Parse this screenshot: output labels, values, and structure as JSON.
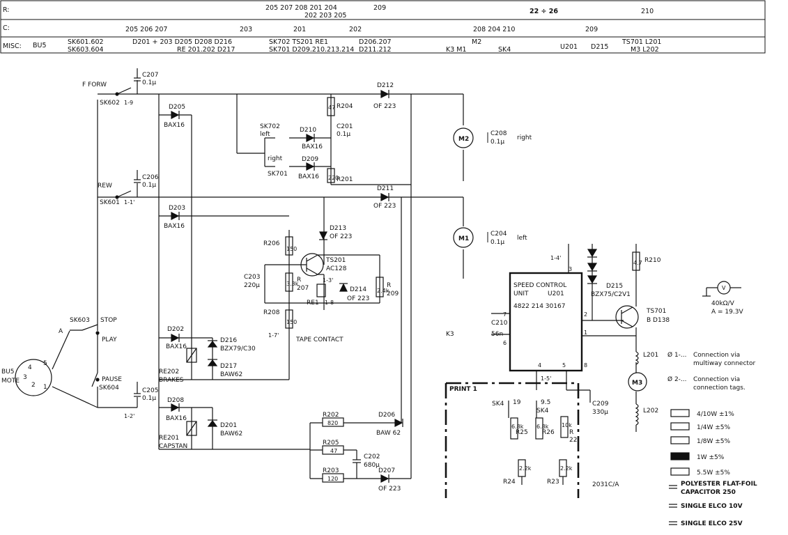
{
  "header": {
    "row_labels": {
      "r": "R:",
      "c": "C:",
      "misc": "MISC:"
    },
    "r_row": [
      {
        "text": "205 207 208 201 204",
        "line": 0
      },
      {
        "text": "202 203 205",
        "line": 1
      },
      {
        "text": "209",
        "line": 0
      },
      {
        "text": "22 ÷ 26",
        "line": 0
      },
      {
        "text": "210",
        "line": 0
      }
    ],
    "c_row": [
      "205 206 207",
      "203",
      "201",
      "202",
      "208 204 210",
      "209"
    ],
    "misc_row": [
      {
        "text": "BU5",
        "line": 0
      },
      {
        "text": "SK601.602",
        "line": 0
      },
      {
        "text": "SK603.604",
        "line": 1
      },
      {
        "text": "D201 + 203 D205 D208 D216",
        "line": 0
      },
      {
        "text": "RE 201.202  D217",
        "line": 1
      },
      {
        "text": "SK702   TS201 RE1",
        "line": 0
      },
      {
        "text": "SK701   D209.210.213.214",
        "line": 1
      },
      {
        "text": "D206.207",
        "line": 0
      },
      {
        "text": "D211.212",
        "line": 1
      },
      {
        "text": "M2",
        "line": 0
      },
      {
        "text": "K3  M1",
        "line": 1
      },
      {
        "text": "SK4",
        "line": 1
      },
      {
        "text": "U201",
        "line": 1
      },
      {
        "text": "D215",
        "line": 1
      },
      {
        "text": "TS701 L201",
        "line": 0
      },
      {
        "text": "M3  L202",
        "line": 1
      }
    ]
  },
  "switches": {
    "forw": "F FORW",
    "sk602": "SK602",
    "sk602_pos": "1-9",
    "rew": "REW",
    "sk601": "SK601",
    "sk601_pos": "1-1'",
    "sk603": "SK603",
    "stop": "STOP",
    "play": "PLAY",
    "a_mark": "A",
    "pause": "PAUSE",
    "sk604": "SK604",
    "sk604_pos": "1-2'",
    "sk702": "SK702",
    "left": "left",
    "right": "right",
    "sk701": "SK701",
    "tape_contact": "TAPE CONTACT",
    "tape_pos": "1-7'"
  },
  "connector": {
    "bu5": "BU5",
    "mote": "MOTE",
    "pins": [
      "4",
      "5",
      "3",
      "2",
      "1"
    ]
  },
  "components": {
    "c207": "C207",
    "c207v": "0.1µ",
    "c206": "C206",
    "c206v": "0.1µ",
    "c205": "C205",
    "c205v": "0.1µ",
    "d205": "D205",
    "bax16_a": "BAX16",
    "d203": "D203",
    "bax16_b": "BAX16",
    "d202": "D202",
    "bax16_c": "BAX16",
    "d208": "D208",
    "bax16_d": "BAX16",
    "d210": "D210",
    "bax16_e": "BAX16",
    "d209": "D209",
    "bax16_f": "BAX16",
    "r204": "R204",
    "r204v": "47",
    "c201": "C201",
    "c201v": "0.1µ",
    "r201": "R201",
    "r201v": "220",
    "d212": "D212",
    "of223_a": "OF 223",
    "d211": "D211",
    "of223_b": "OF 223",
    "d213": "D213",
    "of223_c": "OF 223",
    "r206": "R206",
    "r206v": "150",
    "c203": "C203",
    "c203v": "220µ",
    "r207": "R",
    "r207n": "207",
    "r207v": "3.3k",
    "ts201": "TS201",
    "ac128": "AC128",
    "re1": "RE1",
    "re1_pos": "1-3'",
    "re1_pos2": "1-8",
    "d214": "D214",
    "of223_d": "OF 223",
    "r209": "R",
    "r209n": "209",
    "r209v": "2.4k",
    "r208": "R208",
    "r208v": "150",
    "re202": "RE202",
    "brakes": "BRAKES",
    "d216": "D216",
    "bzx79": "BZX79/C30",
    "d217": "D217",
    "baw62_a": "BAW62",
    "re201": "RE201",
    "capstan": "CAPSTAN",
    "d201": "D201",
    "baw62_b": "BAW62",
    "r202": "R202",
    "r202v": "820",
    "d206": "D206",
    "baw62_c": "BAW 62",
    "r205": "R205",
    "r205v": "47",
    "c202": "C202",
    "c202v": "680µ",
    "r203": "R203",
    "r203v": "120",
    "d207": "D207",
    "of223_e": "OF 223",
    "m2": "M2",
    "c208": "C208",
    "c208v": "0.1µ",
    "right": "right",
    "m1": "M1",
    "c204": "C204",
    "c204v": "0.1µ",
    "left": "left",
    "sp_title1": "SPEED CONTROL",
    "sp_title2": "UNIT",
    "u201": "U201",
    "sp_code": "4822 214 30167",
    "k3": "K3",
    "c210": "C210",
    "c210v": "56n",
    "d215": "D215",
    "bzx75": "BZX75/C2V1",
    "r210": "R210",
    "r210v": "4.7",
    "ts701": "TS701",
    "bd138": "B D138",
    "l201": "L201",
    "l202": "L202",
    "m3": "M3",
    "print1": "PRINT 1",
    "print_pos": "1-5'",
    "sp_pos": "1-4'",
    "sk4a": "SK4",
    "sk4a_v": "19",
    "sk4b": "SK4",
    "sk4b_v": "9.5",
    "r25": "R25",
    "r25v": "6.8k",
    "r26": "R26",
    "r26v": "6.8k",
    "r22": "R",
    "r22n": "22",
    "r22v": "10k",
    "c209": "C209",
    "c209v": "330µ",
    "r24": "R24",
    "r24v": "2.2k",
    "r23": "R23",
    "r23v": "2.2k",
    "doc_code": "2031C/A",
    "pin_nums": [
      "3",
      "7",
      "6",
      "2",
      "1",
      "4",
      "5",
      "8"
    ]
  },
  "meter": {
    "v": "V",
    "spec1": "40kΩ/V",
    "spec2": "A = 19.3V"
  },
  "legend": {
    "conn1": "Connection via",
    "conn1b": "multiway connector",
    "conn1_sym": "Ø 1-...",
    "conn2": "Connection via",
    "conn2b": "connection tags.",
    "conn2_sym": "Ø 2-...",
    "res": [
      "4/10W ±1%",
      "1/4W  ±5%",
      "1/8W  ±5%",
      "1W    ±5%",
      "5.5W  ±5%"
    ],
    "cap1": "POLYESTER FLAT-FOIL",
    "cap1b": "CAPACITOR 250",
    "cap2": "SINGLE ELCO  10V",
    "cap3": "SINGLE ELCO  25V"
  }
}
